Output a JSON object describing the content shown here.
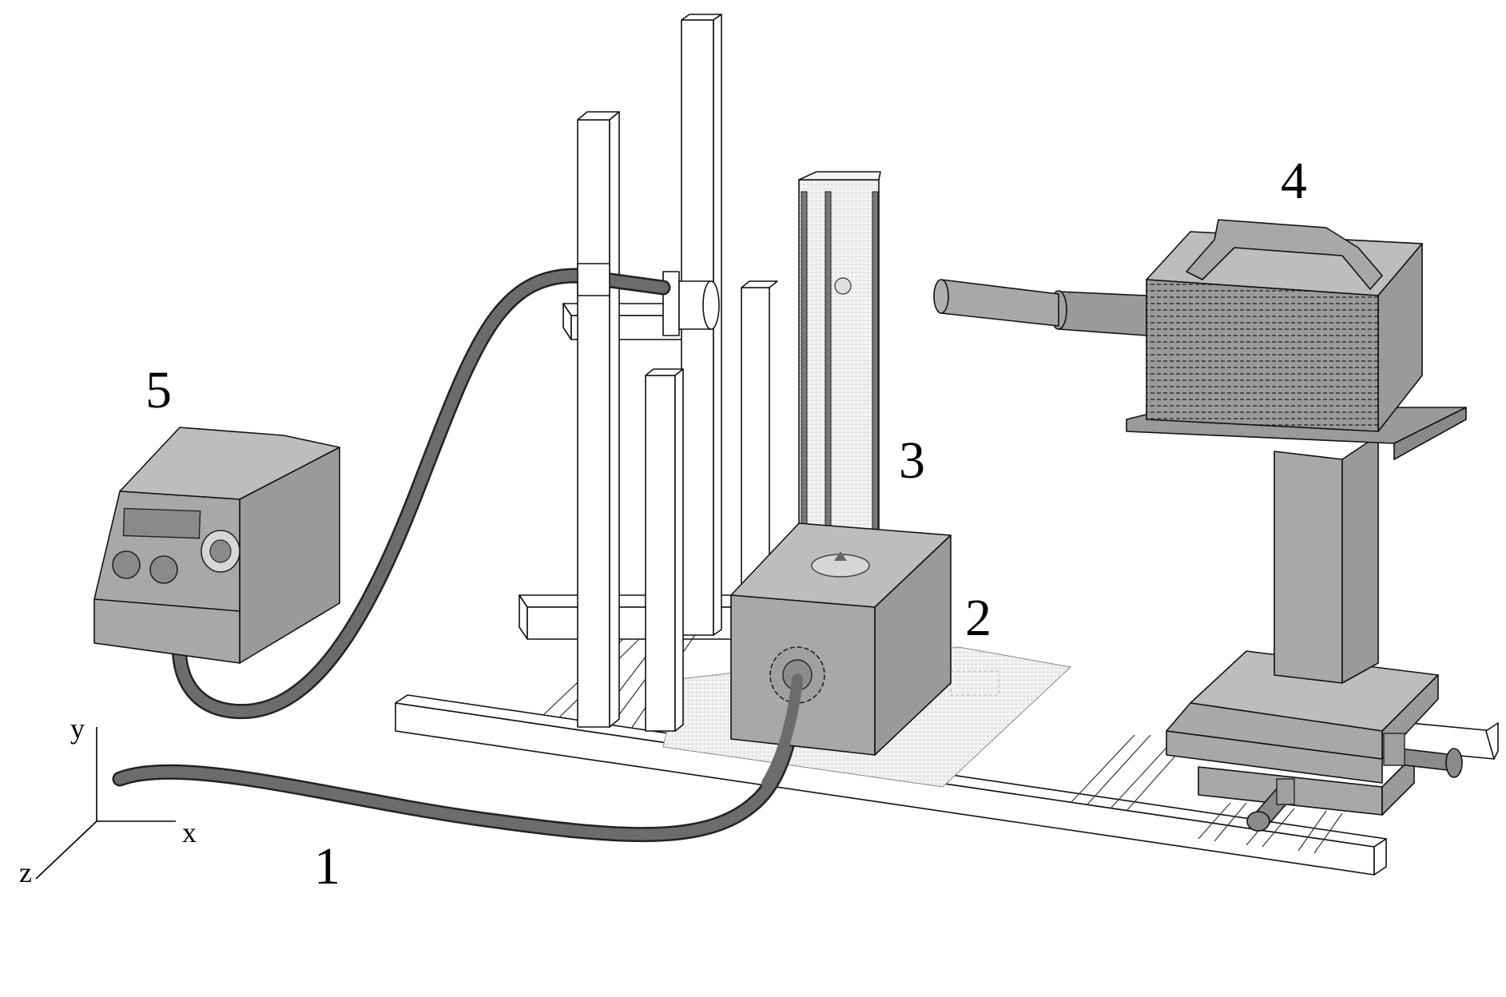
{
  "labels": {
    "one": "1",
    "two": "2",
    "three": "3",
    "four": "4",
    "five": "5"
  },
  "axes": {
    "x": "x",
    "y": "y",
    "z": "z"
  },
  "colors": {
    "gray_face": "#a8a8a8",
    "gray_top": "#bdbdbd",
    "gray_side": "#8a8a8a",
    "tube": "#6c6c6c",
    "dotted_panel": "#e8e8e8",
    "outline": "#111111"
  }
}
